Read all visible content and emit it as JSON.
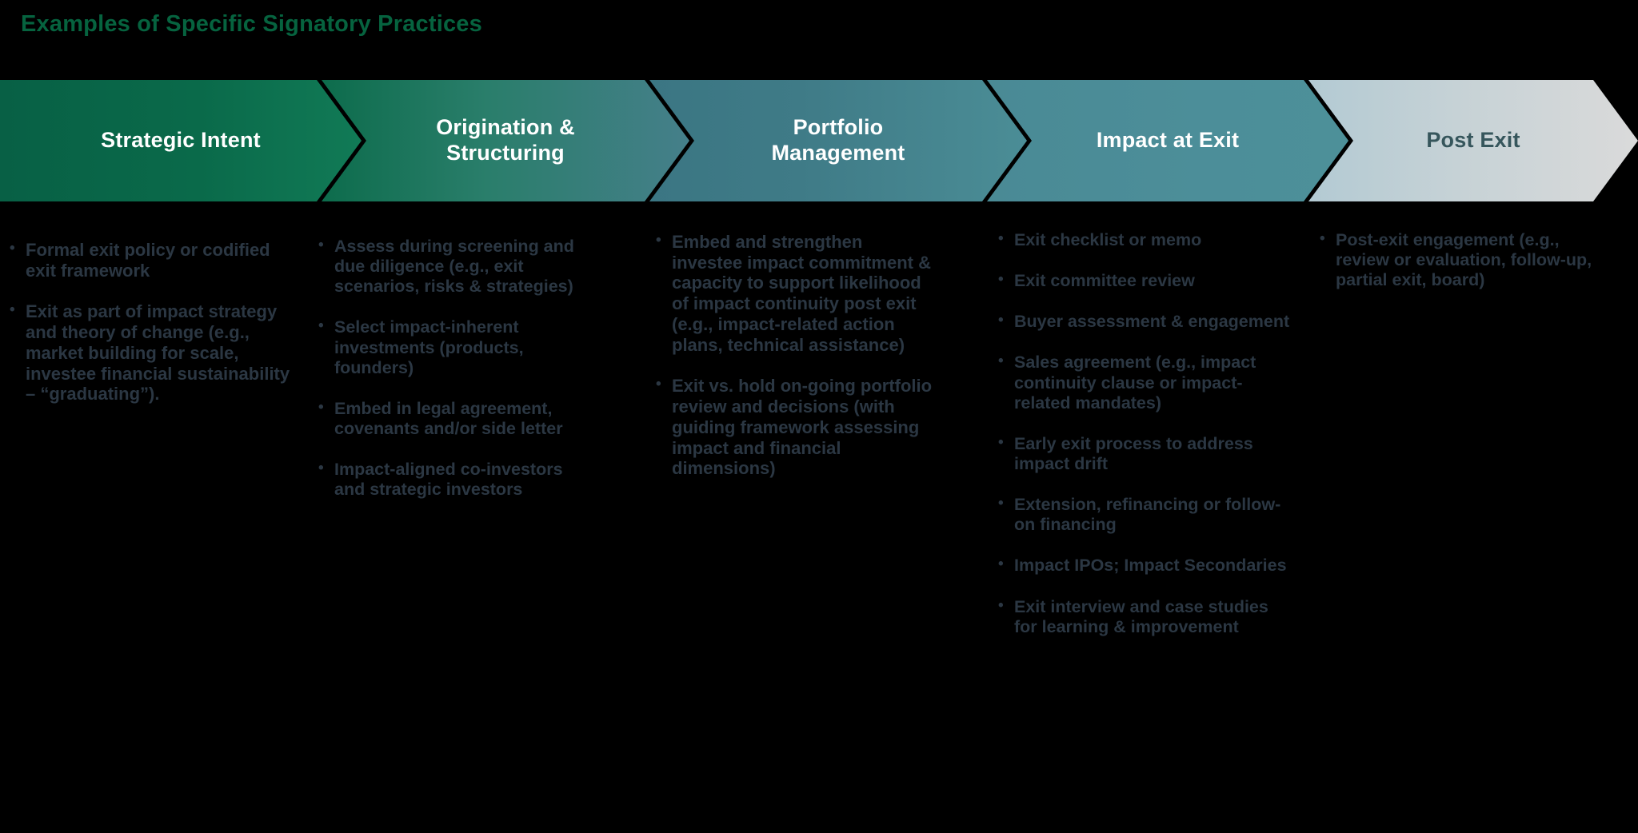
{
  "title": "Examples of Specific Signatory Practices",
  "colors": {
    "title_green": "#06633f",
    "text_slate": "#2b3743",
    "background": "#000000",
    "stage_1_start": "#086045",
    "stage_1_end": "#117a56",
    "stage_2_start": "#0d6c4c",
    "stage_2_end": "#457f8a",
    "stage_3_start": "#3b7683",
    "stage_3_end": "#4b8d96",
    "stage_4_start": "#4a8a95",
    "stage_4_end": "#4d9099",
    "stage_5_start": "#b3cad3",
    "stage_5_end": "#dadada",
    "stage_5_text": "#36565c"
  },
  "stages": [
    {
      "label": "Strategic Intent"
    },
    {
      "label": "Origination &\nStructuring"
    },
    {
      "label": "Portfolio\nManagement"
    },
    {
      "label": "Impact at Exit"
    },
    {
      "label": "Post Exit"
    }
  ],
  "columns": [
    {
      "stage": "Strategic Intent",
      "bullets": [
        "Formal exit policy or codified exit framework",
        "Exit as part of impact strategy and theory of change (e.g., market building for scale, investee financial sustainability – “graduating”)."
      ]
    },
    {
      "stage": "Origination & Structuring",
      "bullets": [
        "Assess during screening and due diligence  (e.g., exit scenarios, risks & strategies)",
        "Select impact-inherent investments (products, founders)",
        "Embed in legal agreement, covenants and/or side letter",
        "Impact-aligned co-investors\nand strategic investors"
      ]
    },
    {
      "stage": "Portfolio Management",
      "bullets": [
        "Embed and strengthen investee impact commitment & capacity to support likelihood of impact continuity post exit (e.g., impact-related action plans, technical assistance)",
        "Exit vs. hold on-going portfolio review and decisions (with guiding framework assessing impact and financial dimensions)"
      ]
    },
    {
      "stage": "Impact at Exit",
      "bullets": [
        "Exit checklist or memo",
        "Exit committee review",
        "Buyer assessment & engagement",
        "Sales agreement (e.g., impact continuity clause or impact-related mandates)",
        "Early exit process to address impact drift",
        "Extension, refinancing or follow-on financing",
        "Impact IPOs; Impact Secondaries",
        "Exit interview and case studies for learning & improvement"
      ]
    },
    {
      "stage": "Post Exit",
      "bullets": [
        "Post-exit engagement (e.g., review or evaluation, follow-up, partial exit, board)"
      ]
    }
  ],
  "bullet_glyph": "•"
}
